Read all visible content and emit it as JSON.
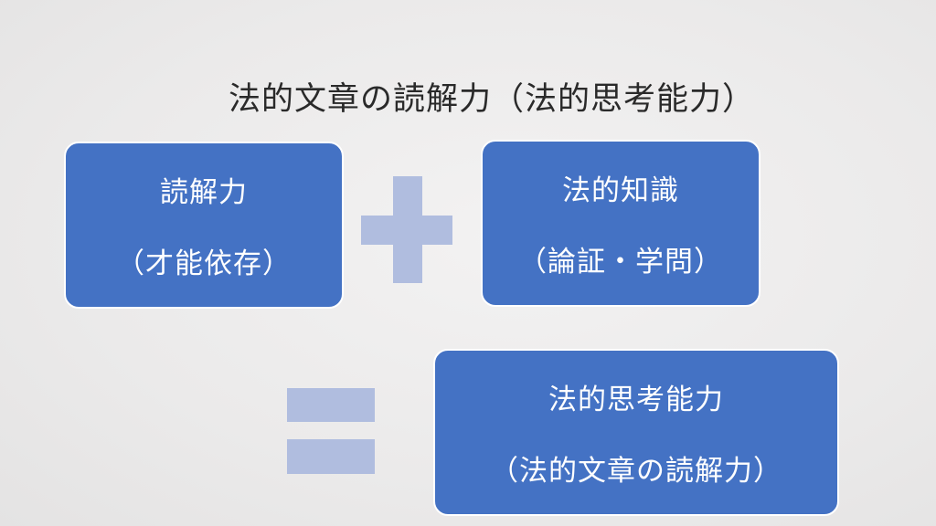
{
  "title": "法的文章の読解力（法的思考能力）",
  "boxes": {
    "reading": {
      "line1": "読解力",
      "line2": "（才能依存）"
    },
    "knowledge": {
      "line1": "法的知識",
      "line2": "（論証・学問）"
    },
    "result": {
      "line1": "法的思考能力",
      "line2": "（法的文章の読解力）"
    }
  },
  "colors": {
    "box": "#4472c4",
    "symbol": "#b0bddf"
  }
}
